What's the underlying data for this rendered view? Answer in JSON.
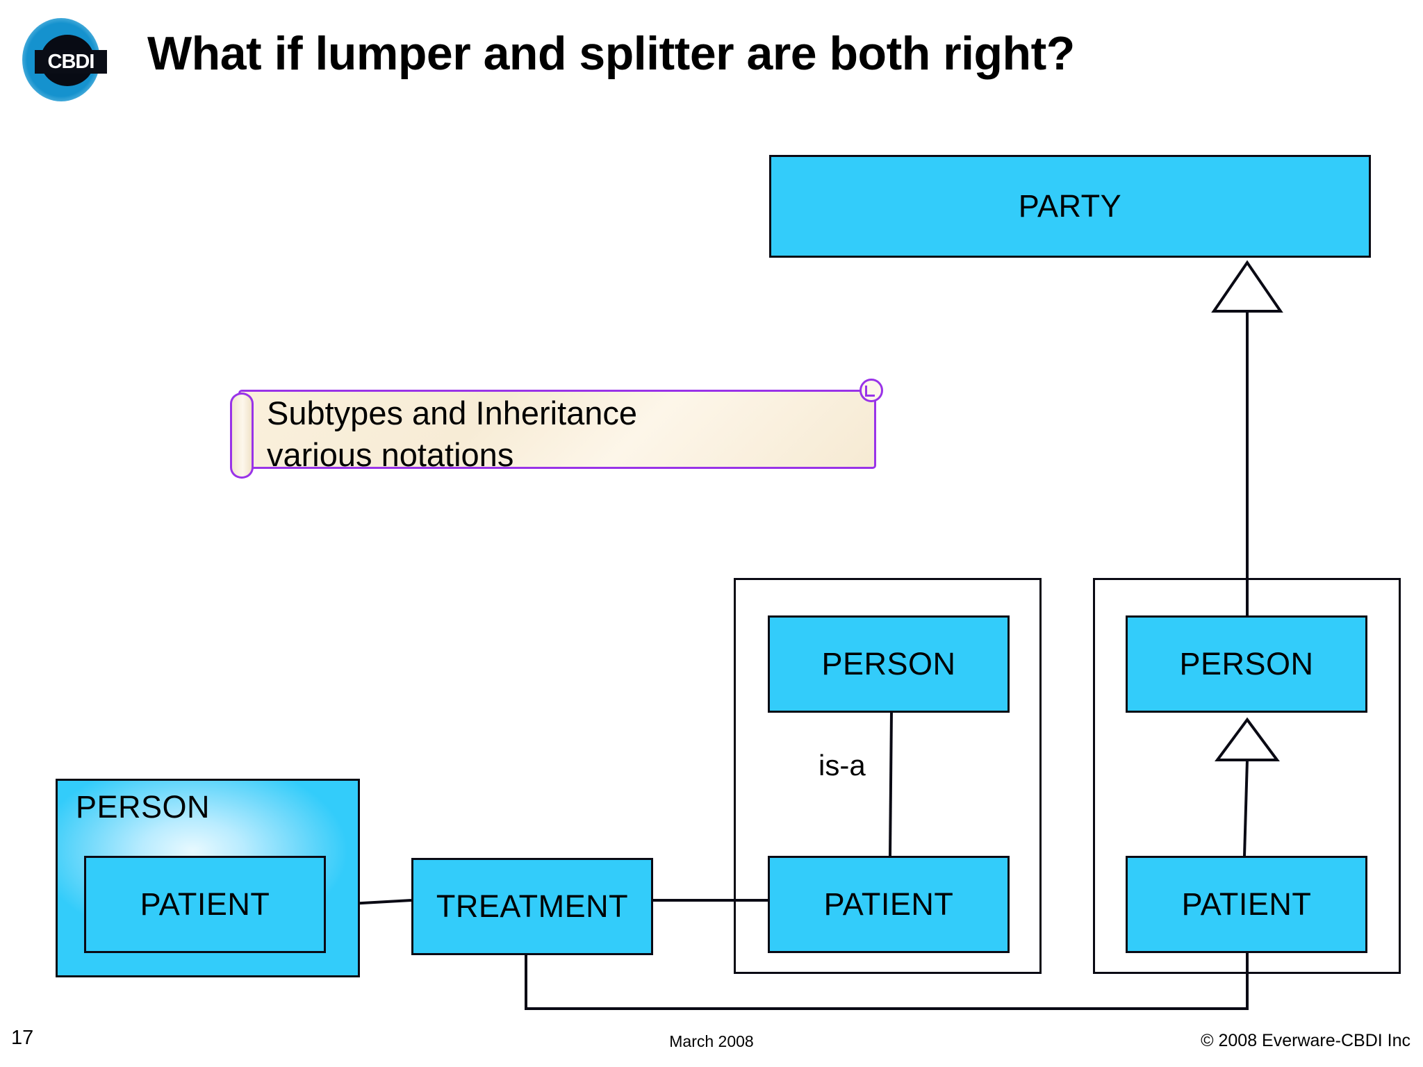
{
  "slide": {
    "title": "What if lumper and splitter are both right?",
    "logo_text": "CBDI",
    "background_color": "#ffffff"
  },
  "colors": {
    "entity_fill": "#33ccfa",
    "entity_border": "#0a0a14",
    "note_border": "#9933e8",
    "note_fill": "#faf0dc",
    "logo_blue": "#1592ce",
    "logo_inner": "#080b14"
  },
  "note": {
    "line1": "Subtypes and Inheritance",
    "line2": "various notations",
    "text": "Subtypes and Inheritance\nvarious notations"
  },
  "diagram": {
    "party": {
      "label": "PARTY"
    },
    "treatment": {
      "label": "TREATMENT"
    },
    "notation_nested": {
      "outer_label": "PERSON",
      "inner_label": "PATIENT"
    },
    "notation_isa": {
      "super_label": "PERSON",
      "sub_label": "PATIENT",
      "relationship_label": "is-a"
    },
    "notation_uml": {
      "super_label": "PERSON",
      "sub_label": "PATIENT"
    }
  },
  "footer": {
    "page_number": "17",
    "date": "March 2008",
    "copyright": "© 2008 Everware-CBDI Inc"
  }
}
